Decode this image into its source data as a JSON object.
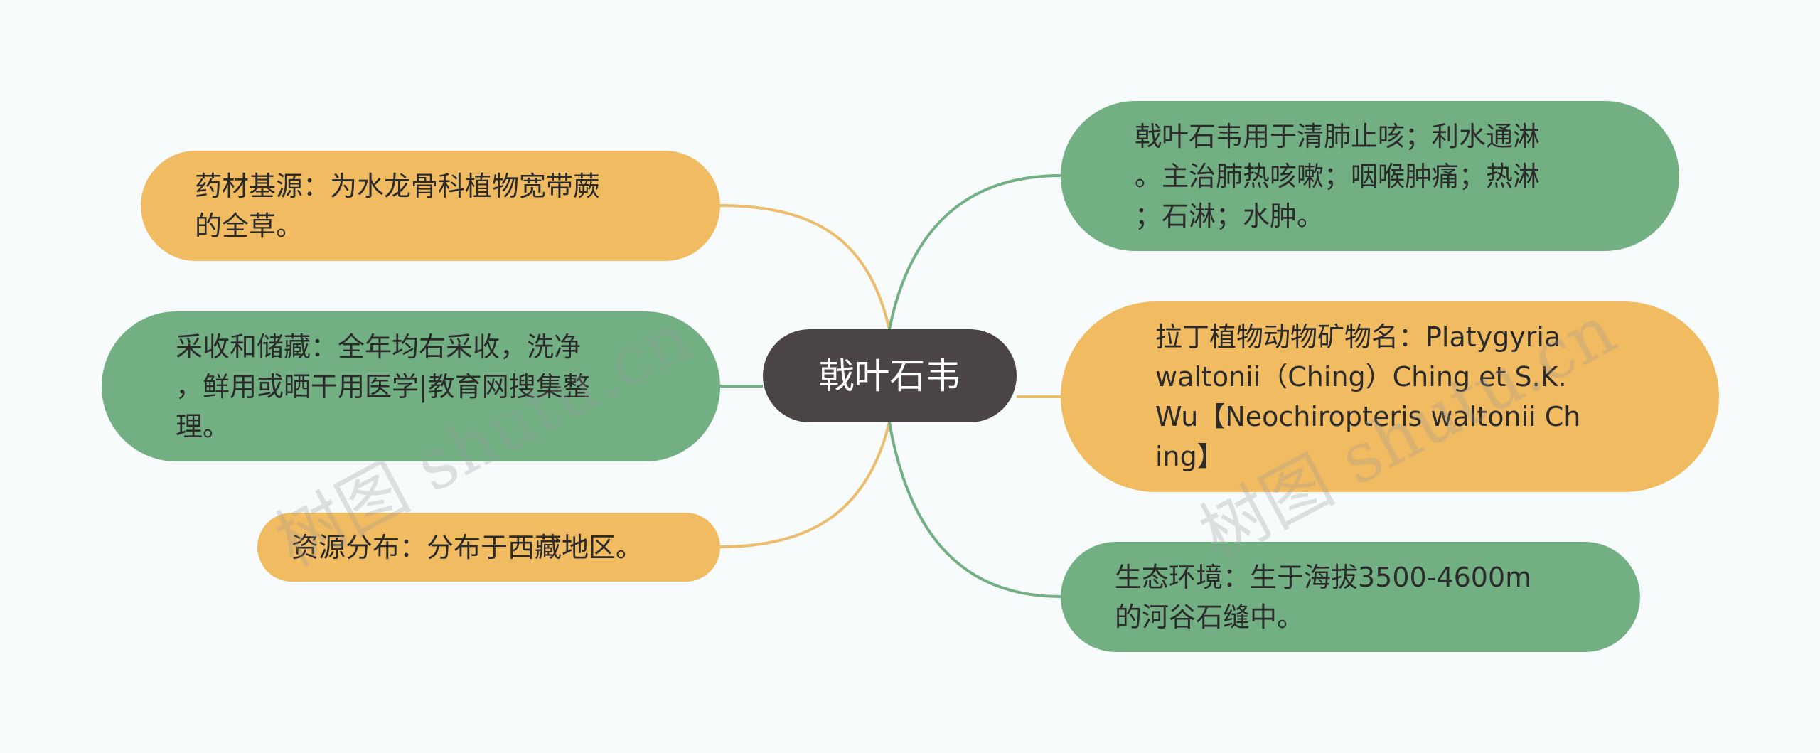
{
  "center": {
    "label": "戟叶石韦"
  },
  "nodes": {
    "left_1": {
      "text": "药材基源：为水龙骨科植物宽带蕨\n的全草。"
    },
    "left_2": {
      "text": "采收和储藏：全年均右采收，洗净\n，鲜用或晒干用医学|教育网搜集整\n理。"
    },
    "left_3": {
      "text": "资源分布：分布于西藏地区。"
    },
    "right_1": {
      "text": "戟叶石韦用于清肺止咳；利水通淋\n。主治肺热咳嗽；咽喉肿痛；热淋\n；石淋；水肿。"
    },
    "right_2": {
      "text": "拉丁植物动物矿物名：Platygyria\nwaltonii（Ching）Ching et S.K.\nWu【Neochiropteris waltonii Ch\ning】"
    },
    "right_3": {
      "text": "生态环境：生于海拔3500-4600m\n的河谷石缝中。"
    }
  },
  "watermarks": {
    "left": "树图 shutu.cn",
    "right": "树图 shutu.cn"
  },
  "colors": {
    "center_bg": "#4a4444",
    "yellow_node": "#f1bb62",
    "green_node": "#72b084",
    "yellow_line": "#ebbd6d",
    "green_line": "#72b084",
    "background": "#f7fbfb"
  }
}
